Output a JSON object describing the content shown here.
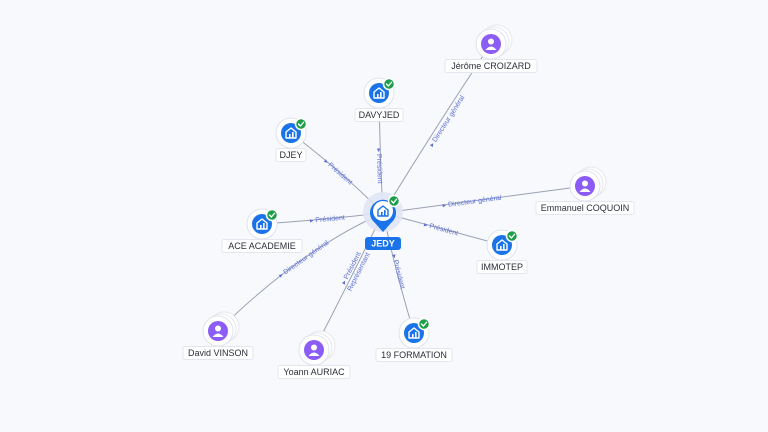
{
  "center": {
    "label": "JEDY",
    "icon": "building-icon"
  },
  "colors": {
    "company": "#1a73e8",
    "person": "#8b5cf6",
    "check": "#1e9e4a",
    "edge": "#9aa1b3",
    "edge_label": "#5b6fd6"
  },
  "nodes": [
    {
      "id": "davyjed",
      "label": "DAVYJED",
      "type": "company",
      "relation": "Président"
    },
    {
      "id": "jerome",
      "label": "Jérôme CROIZARD",
      "type": "person",
      "relation": "Directeur général"
    },
    {
      "id": "djey",
      "label": "DJEY",
      "type": "company",
      "relation": "Président"
    },
    {
      "id": "emmanuel",
      "label": "Emmanuel COQUOIN",
      "type": "person",
      "relation": "Directeur général"
    },
    {
      "id": "ace",
      "label": "ACE ACADEMIE",
      "type": "company",
      "relation": "Président"
    },
    {
      "id": "immotep",
      "label": "IMMOTEP",
      "type": "company",
      "relation": "Président"
    },
    {
      "id": "david",
      "label": "David VINSON",
      "type": "person",
      "relation": "Directeur général"
    },
    {
      "id": "yoann",
      "label": "Yoann AURIAC",
      "type": "person",
      "relation": "Président",
      "relation2": "Représentant"
    },
    {
      "id": "formation",
      "label": "19 FORMATION",
      "type": "company",
      "relation": "Président"
    }
  ]
}
